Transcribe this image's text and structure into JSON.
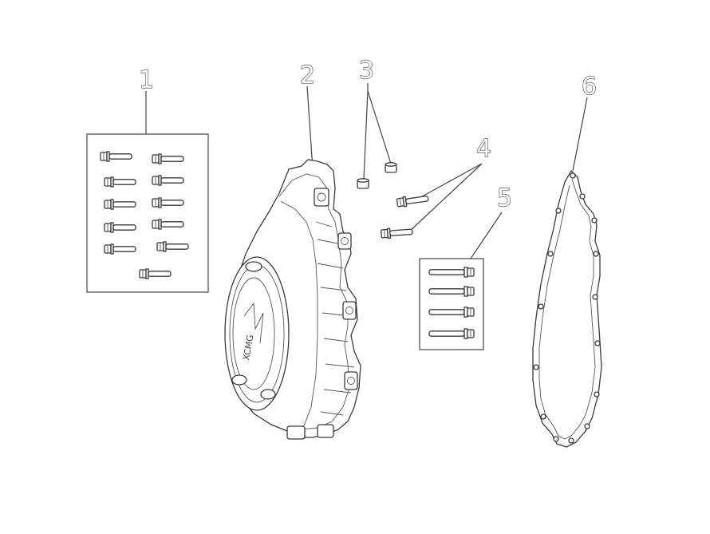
{
  "callouts": [
    {
      "id": "1",
      "label": "1"
    },
    {
      "id": "2",
      "label": "2"
    },
    {
      "id": "3",
      "label": "3"
    },
    {
      "id": "4",
      "label": "4"
    },
    {
      "id": "5",
      "label": "5"
    },
    {
      "id": "6",
      "label": "6"
    }
  ],
  "cover_logo_text": "XCMG"
}
